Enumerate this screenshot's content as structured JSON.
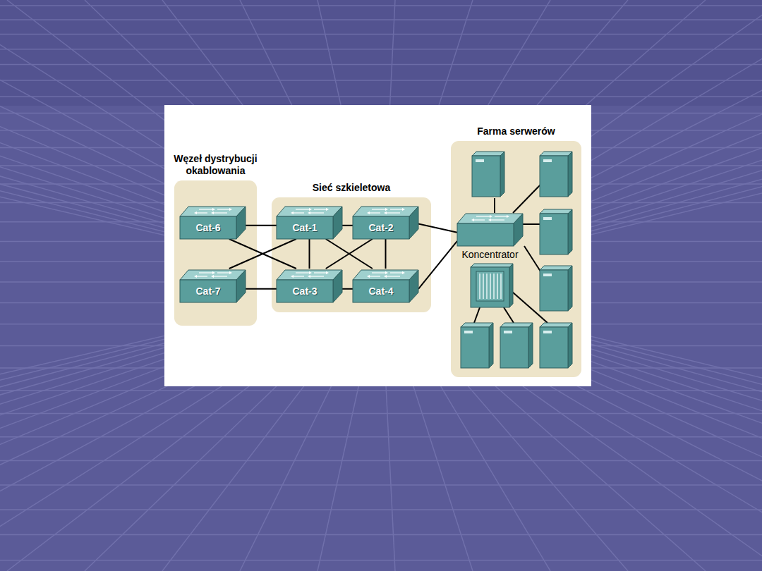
{
  "diagram": {
    "nodes": [
      {
        "text": [
          "Węzeł dystrybucji okablowania"
        ]
      },
      {
        "text": [
          "Cat-6"
        ],
        "in": 0
      },
      {
        "text": [
          "Cat-7"
        ],
        "in": 0
      },
      {
        "text": [
          "Sieć szkieletowa"
        ]
      },
      {
        "text": [
          "Cat-1"
        ],
        "in": 3
      },
      {
        "text": [
          "Cat-2"
        ],
        "in": 3
      },
      {
        "text": [
          "Cat-3"
        ],
        "in": 3
      },
      {
        "text": [
          "Cat-4"
        ],
        "in": 3
      },
      {
        "text": [
          "Farma serwerów"
        ]
      },
      {
        "text": [
          "Koncentrator"
        ],
        "in": 8
      }
    ],
    "edges": [
      {
        "from": 1,
        "to": 4,
        "arrow": "none"
      },
      {
        "from": 1,
        "to": 6,
        "arrow": "none"
      },
      {
        "from": 2,
        "to": 4,
        "arrow": "none"
      },
      {
        "from": 2,
        "to": 6,
        "arrow": "none"
      },
      {
        "from": 4,
        "to": 5,
        "arrow": "none"
      },
      {
        "from": 4,
        "to": 6,
        "arrow": "none"
      },
      {
        "from": 4,
        "to": 7,
        "arrow": "none"
      },
      {
        "from": 5,
        "to": 6,
        "arrow": "none"
      },
      {
        "from": 5,
        "to": 7,
        "arrow": "none"
      },
      {
        "from": 6,
        "to": 7,
        "arrow": "none"
      },
      {
        "from": 5,
        "to": 9,
        "arrow": "none"
      },
      {
        "from": 7,
        "to": 9,
        "arrow": "none"
      }
    ]
  }
}
